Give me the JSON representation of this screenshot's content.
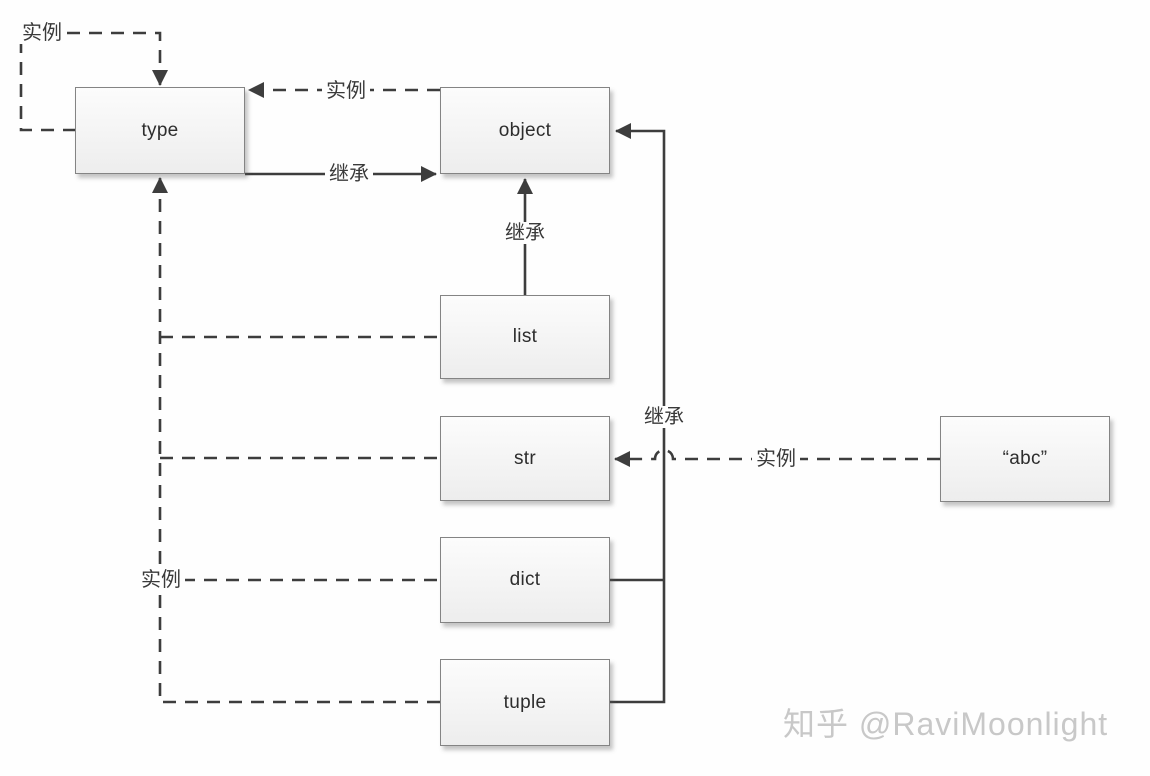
{
  "diagram": {
    "description_type": "python-type-object-relationship-diagram",
    "nodes": {
      "type": {
        "label": "type"
      },
      "object": {
        "label": "object"
      },
      "list": {
        "label": "list"
      },
      "str": {
        "label": "str"
      },
      "dict": {
        "label": "dict"
      },
      "tuple": {
        "label": "tuple"
      },
      "abc": {
        "label": "“abc”"
      }
    },
    "edges": {
      "type_self_instance": {
        "from": "type",
        "to": "type",
        "label": "实例",
        "style": "dashed"
      },
      "object_to_type_instance": {
        "from": "object",
        "to": "type",
        "label": "实例",
        "style": "dashed"
      },
      "type_to_object_inherit": {
        "from": "type",
        "to": "object",
        "label": "继承",
        "style": "solid"
      },
      "list_to_object_inherit": {
        "from": "list",
        "to": "object",
        "label": "继承",
        "style": "solid"
      },
      "dict_tuple_to_object_inherit": {
        "from": "dict, tuple",
        "to": "object",
        "label": "继承",
        "style": "solid"
      },
      "abc_to_str_instance": {
        "from": "abc",
        "to": "str",
        "label": "实例",
        "style": "dashed"
      },
      "builtins_to_type_instance": {
        "from": "list, str, dict, tuple",
        "to": "type",
        "label": "实例",
        "style": "dashed"
      }
    },
    "colors": {
      "line": "#3d3d3d",
      "box_border": "#848484",
      "box_fill": "#f4f4f4",
      "background": "#fefefe",
      "watermark": "#c8c8c8"
    }
  },
  "watermark": {
    "text": "知乎 @RaviMoonlight"
  }
}
